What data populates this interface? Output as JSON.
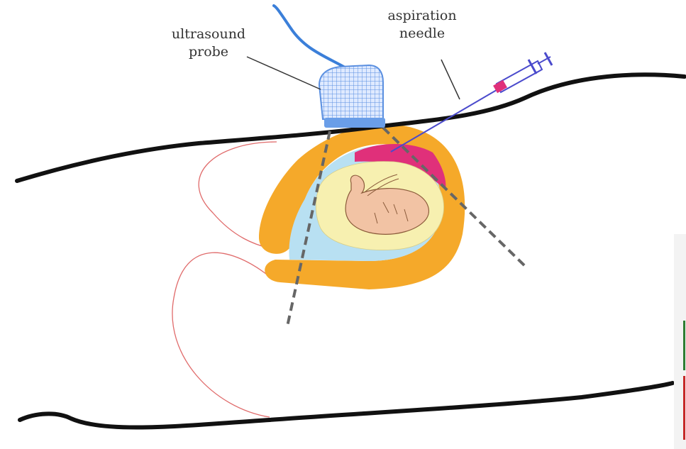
{
  "labels": {
    "probe": [
      "ultrasound",
      "probe"
    ],
    "needle": [
      "aspiration",
      "needle"
    ]
  },
  "colors": {
    "outline": "#111111",
    "uterus_wall": "#f5a92a",
    "amniotic_fluid": "#b8e0f2",
    "yolk_sac": "#f7f0b0",
    "fetus": "#f2c3a4",
    "placenta": "#e0307a",
    "needle": "#4a4acc",
    "probe_head": "#6a9ee8",
    "probe_cable": "#3b7fd9",
    "bladder_outline": "#e06b6b",
    "guide_line": "#666666"
  },
  "icons": {
    "probe": "ultrasound-probe-icon",
    "syringe": "syringe-icon"
  }
}
